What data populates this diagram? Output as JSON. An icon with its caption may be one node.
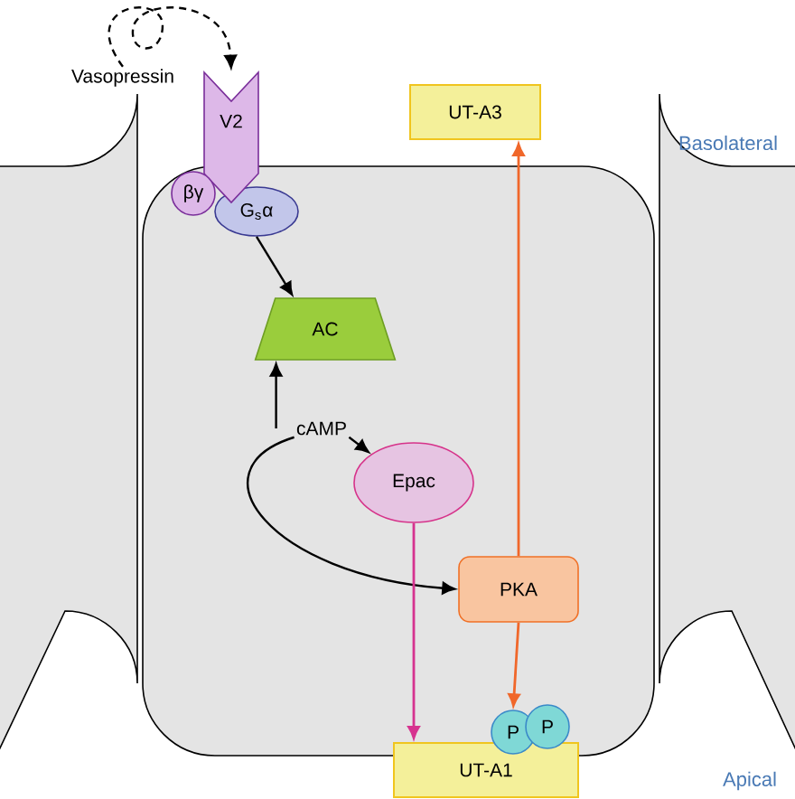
{
  "diagram": {
    "nodes": [
      {
        "text": [
          "Vasopressin"
        ]
      },
      {
        "text": [
          "V2"
        ]
      },
      {
        "text": [
          "βγ"
        ]
      },
      {
        "text": [
          "G$_{s}$α"
        ]
      },
      {
        "text": [
          "AC"
        ]
      },
      {
        "text": [
          "cAMP"
        ]
      },
      {
        "text": [
          "Epac"
        ]
      },
      {
        "text": [
          "PKA"
        ]
      },
      {
        "text": [
          "UT-A3"
        ]
      },
      {
        "text": [
          "UT-A1"
        ]
      },
      {
        "text": [
          "P"
        ]
      },
      {
        "text": [
          "P"
        ]
      }
    ],
    "edges": [
      {
        "from": 0,
        "to": 1,
        "arrow": "to",
        "style": "dashed"
      },
      {
        "from": 3,
        "to": 4,
        "arrow": "to"
      },
      {
        "from": 5,
        "to": 4,
        "arrow": "to"
      },
      {
        "from": 5,
        "to": 6,
        "arrow": "to"
      },
      {
        "from": 5,
        "to": 7,
        "arrow": "to"
      },
      {
        "from": 6,
        "to": 9,
        "arrow": "to",
        "color": "#d6338f"
      },
      {
        "from": 7,
        "to": 8,
        "arrow": "to",
        "color": "#f0672a"
      },
      {
        "from": 7,
        "to": 10,
        "arrow": "to",
        "color": "#f0672a"
      }
    ],
    "labels": [
      "Basolateral",
      "Apical"
    ]
  }
}
